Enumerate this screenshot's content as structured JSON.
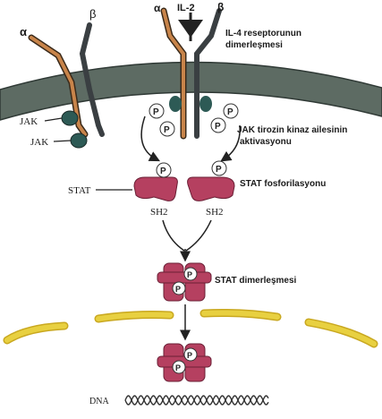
{
  "receptor": {
    "alpha_left": "α",
    "beta_left": "β",
    "alpha_right": "α",
    "il2_ligand": "IL-2",
    "beta_right": "β"
  },
  "labels": {
    "dimerization_line1": "IL-4 reseptorunun",
    "dimerization_line2": "dimerleşmesi",
    "jak_top": "JAK",
    "jak_bottom": "JAK",
    "jak_activation_line1": "JAK tirozin kinaz ailesinin",
    "jak_activation_line2": "aktivasyonu",
    "stat": "STAT",
    "stat_phosphorylation": "STAT fosforilasyonu",
    "sh2_left": "SH2",
    "sh2_right": "SH2",
    "stat_dimerization": "STAT dimerleşmesi",
    "dna": "DNA"
  },
  "phospho_symbol": "P",
  "colors": {
    "membrane": "#5d6b63",
    "membrane_edge": "#2f3935",
    "receptor_orange": "#c8844a",
    "receptor_dark": "#3a3f42",
    "jak": "#2d5a55",
    "stat": "#b54060",
    "nucleus_membrane": "#e8d040",
    "text": "#1a1a1a"
  }
}
